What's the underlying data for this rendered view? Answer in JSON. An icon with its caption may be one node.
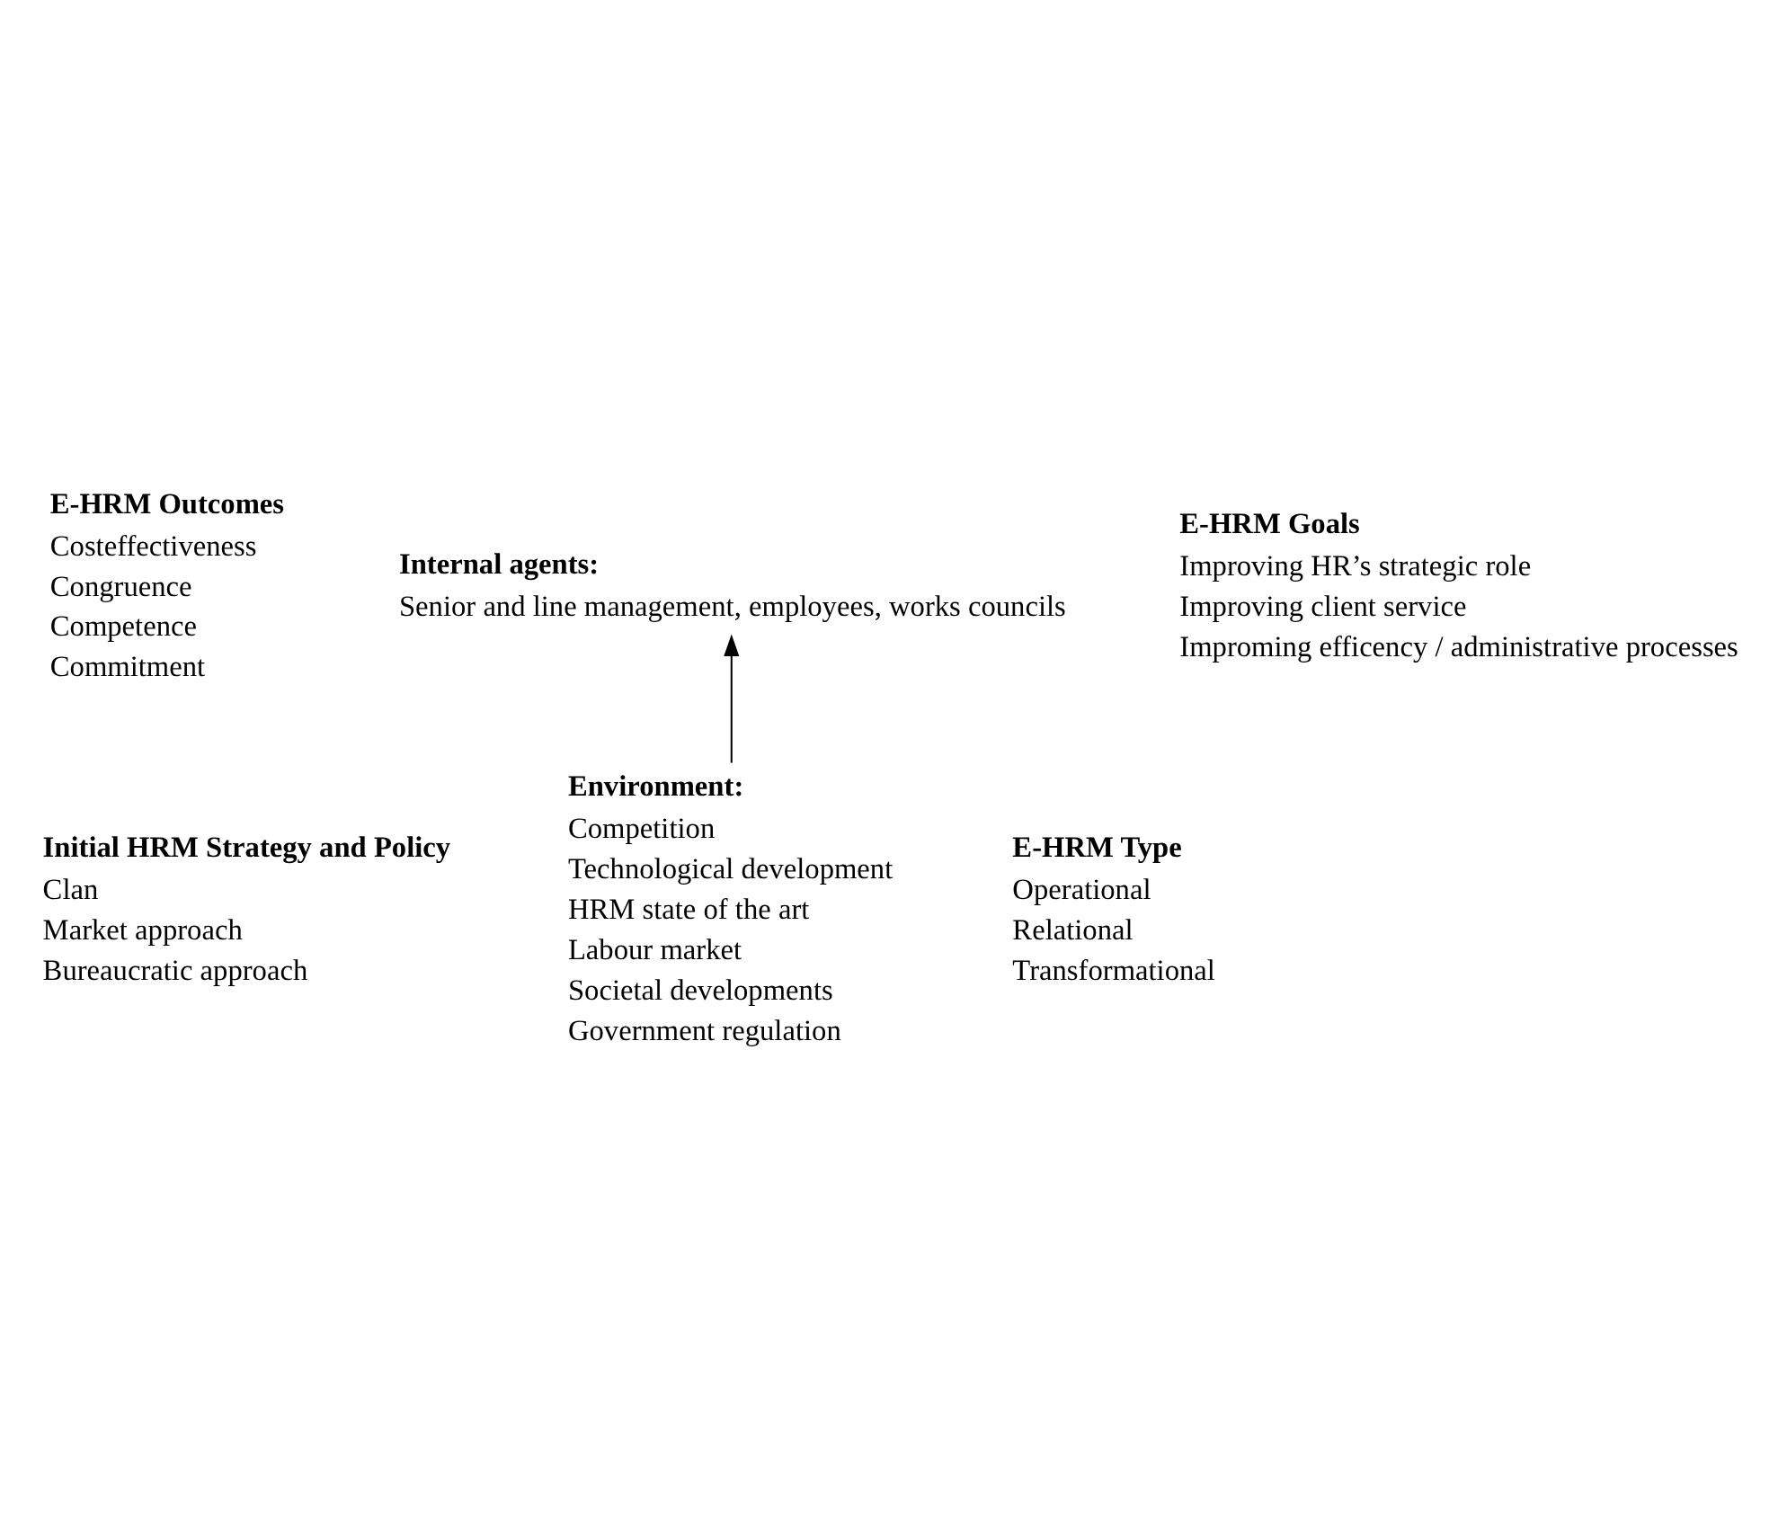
{
  "diagram": {
    "nodes": [
      {
        "text": [
          "Initial HRM Strategy and Policy",
          "Clan",
          "Market approach",
          "Bureaucratic approach"
        ]
      },
      {
        "text": [
          "E-HRM Outcomes",
          "Costeffectiveness",
          "Congruence",
          "Competence",
          "Commitment"
        ]
      },
      {
        "text": [
          "Internal agents:",
          "Senior and line management, employees, works councils"
        ]
      },
      {
        "text": [
          "E-HRM Goals",
          "Improving HR’s strategic role",
          "Improving client service",
          "Improming efficency / administrative processes"
        ]
      },
      {
        "text": [
          "Environment:",
          "Competition",
          "Technological development",
          "HRM state of the art",
          "Labour market",
          "Societal developments",
          "Government regulation"
        ]
      },
      {
        "text": [
          "E-HRM Type",
          "Operational",
          "Relational",
          "Transformational"
        ]
      }
    ],
    "edges": [
      {
        "from": 4,
        "to": 2,
        "arrow": "to"
      }
    ]
  }
}
